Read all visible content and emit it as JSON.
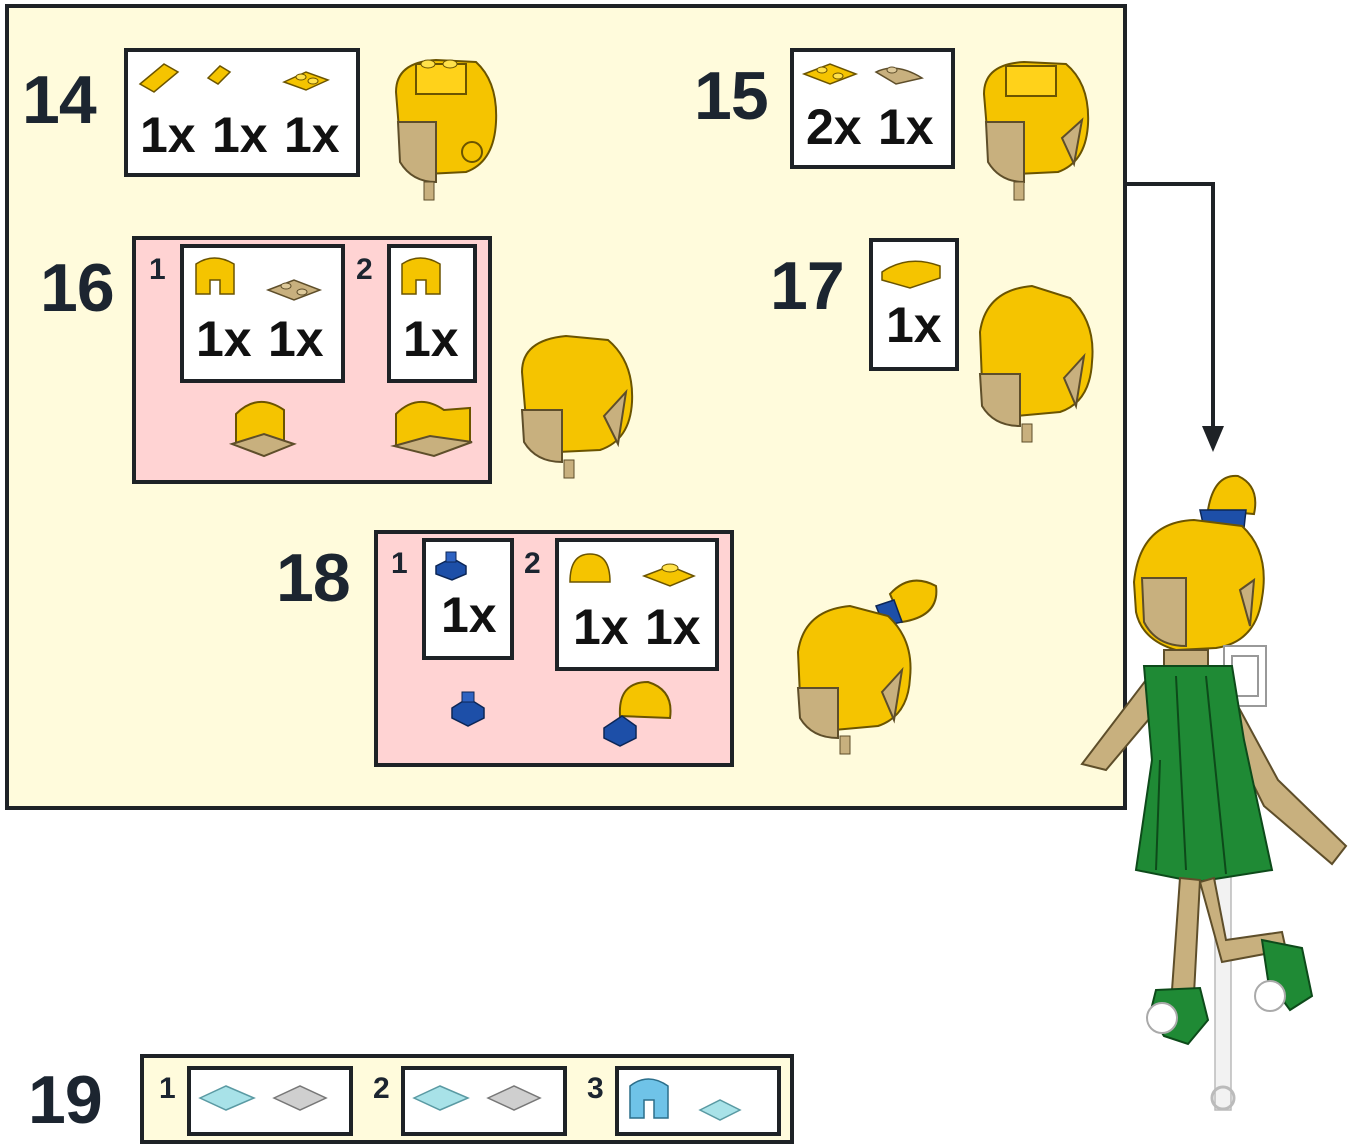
{
  "steps": {
    "s14": {
      "number": "14",
      "qty": [
        "1x",
        "1x",
        "1x"
      ]
    },
    "s15": {
      "number": "15",
      "qty": [
        "2x",
        "1x"
      ]
    },
    "s16": {
      "number": "16",
      "sub1": "1",
      "sub2": "2",
      "qty1": [
        "1x",
        "1x"
      ],
      "qty2": [
        "1x"
      ]
    },
    "s17": {
      "number": "17",
      "qty": [
        "1x"
      ]
    },
    "s18": {
      "number": "18",
      "sub1": "1",
      "sub2": "2",
      "qty1": [
        "1x"
      ],
      "qty2": [
        "1x",
        "1x"
      ]
    },
    "s19": {
      "number": "19",
      "sub1": "1",
      "sub2": "2",
      "sub3": "3"
    }
  },
  "colors": {
    "panel_bg": "#fffbdc",
    "subassembly_bg": "#ffd3d3",
    "border": "#1e2226",
    "brick_yellow": "#f5c400",
    "brick_tan": "#c8b07e",
    "brick_blue": "#1d4fa8",
    "brick_green": "#1f8a35",
    "brick_trans_light_blue": "#a8e2e8",
    "brick_light_gray": "#cfcfcf"
  }
}
